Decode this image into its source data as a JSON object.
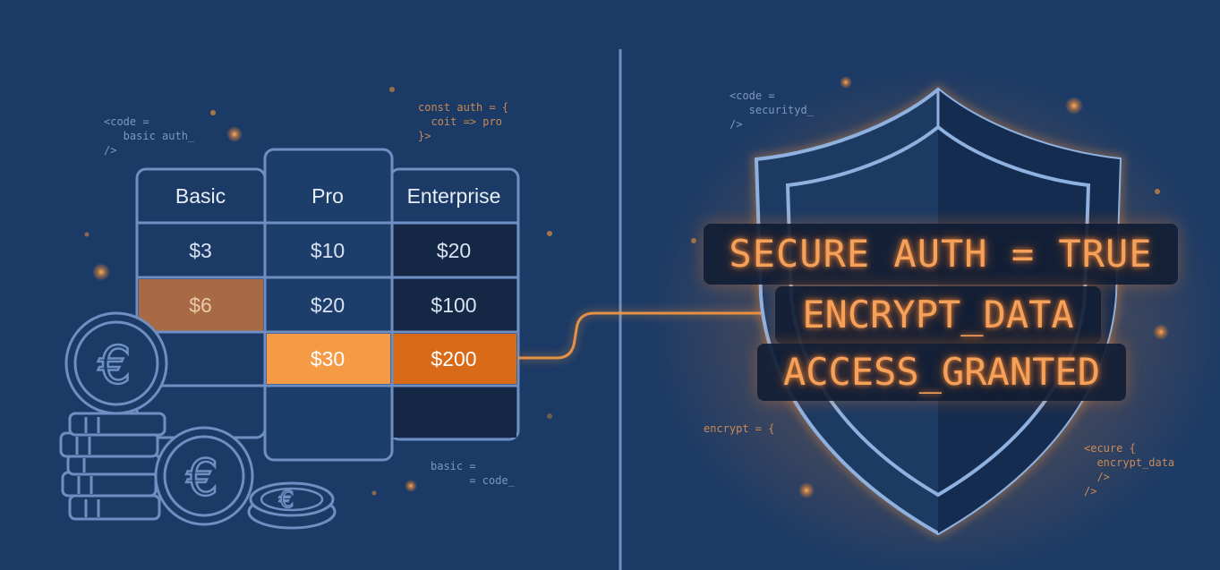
{
  "pricing_table": {
    "columns": [
      {
        "header": "Basic",
        "prices": [
          "$3",
          "$6",
          ""
        ]
      },
      {
        "header": "Pro",
        "prices": [
          "$10",
          "$20",
          "$30"
        ]
      },
      {
        "header": "Enterprise",
        "prices": [
          "$20",
          "$100",
          "$200"
        ]
      }
    ]
  },
  "shield_lines": [
    "SECURE AUTH = TRUE",
    "ENCRYPT_DATA",
    "ACCESS_GRANTED"
  ],
  "code_snippets": {
    "left_top": "<code =\n   basic auth_\n/>",
    "mid_top": "const auth = {\n  coit => pro\n}>",
    "mid_bottom": "basic =\n      = code_",
    "right_top": "<code =\n   securityd_\n/>",
    "right_mid": "encrypt = {",
    "right_bottom": "<ecure {\n  encrypt_data\n  />\n/>"
  },
  "icons": {
    "coin_big": "euro-coin-icon",
    "coin_small": "euro-coin-icon",
    "coin_flat": "euro-coin-icon",
    "coin_stack": "coin-stack-icon",
    "shield": "shield-icon"
  },
  "colors": {
    "background": "#1b3a66",
    "line_blue": "#6f8fc2",
    "accent_orange": "#f59a45",
    "accent_dark_orange": "#d96a17",
    "muted_orange": "#a86a45",
    "cell_dark": "#142845",
    "text_light": "#e8eef8"
  }
}
